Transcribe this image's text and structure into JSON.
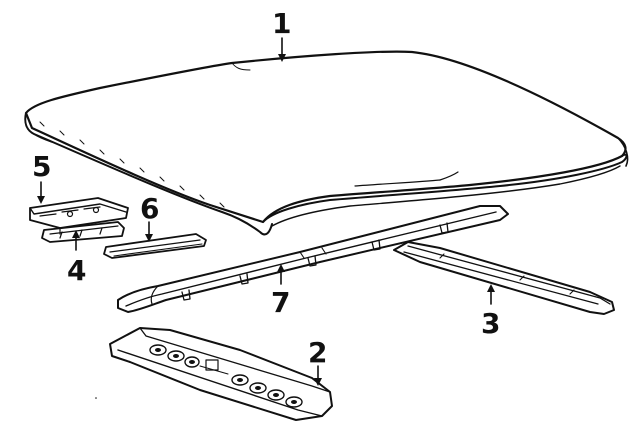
{
  "parts": [
    {
      "id": "roof-panel",
      "callout": "1"
    },
    {
      "id": "front-header-panel",
      "callout": "2"
    },
    {
      "id": "rear-roof-rail",
      "callout": "3"
    },
    {
      "id": "lower-bracket",
      "callout": "4"
    },
    {
      "id": "upper-bracket",
      "callout": "5"
    },
    {
      "id": "small-reinforcement",
      "callout": "6"
    },
    {
      "id": "roof-bow-rail",
      "callout": "7"
    }
  ],
  "colors": {
    "ink": "#111111",
    "background": "#ffffff"
  }
}
